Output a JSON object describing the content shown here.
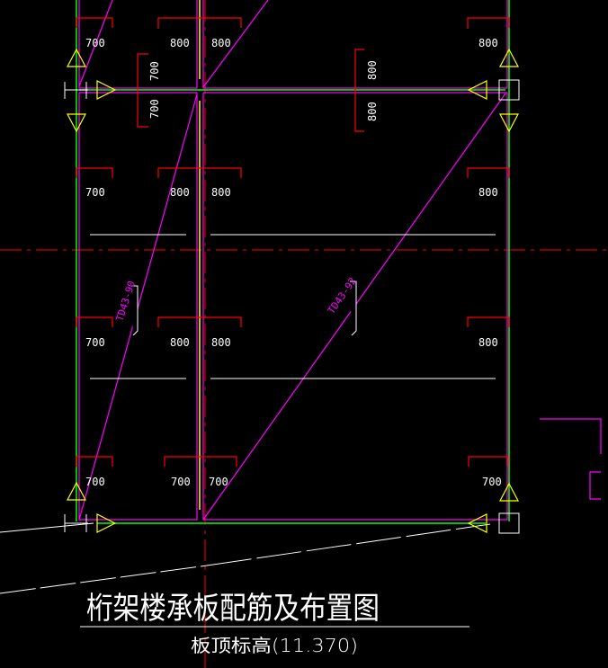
{
  "drawing": {
    "title": "桁架楼承板配筋及布置图",
    "subtitle": "板顶标高(11.370)",
    "colors": {
      "background": "#000000",
      "panel": "#ff00ff",
      "grid": "#00ff00",
      "axis": "#ff0000",
      "dimension": "#ff0000",
      "support": "#ffff00",
      "text": "#ffffff"
    },
    "panel_tags": [
      "TD43-90",
      "TD43-92"
    ],
    "rows": [
      {
        "labels": [
          "700",
          "800",
          "800",
          "800"
        ]
      },
      {
        "labels": [
          "700",
          "800",
          "800",
          "800"
        ]
      },
      {
        "labels": [
          "700",
          "800",
          "800",
          "800"
        ]
      },
      {
        "labels": [
          "700",
          "700",
          "700",
          "700"
        ]
      }
    ],
    "vertical_labels": [
      "700",
      "700",
      "800",
      "800"
    ]
  }
}
